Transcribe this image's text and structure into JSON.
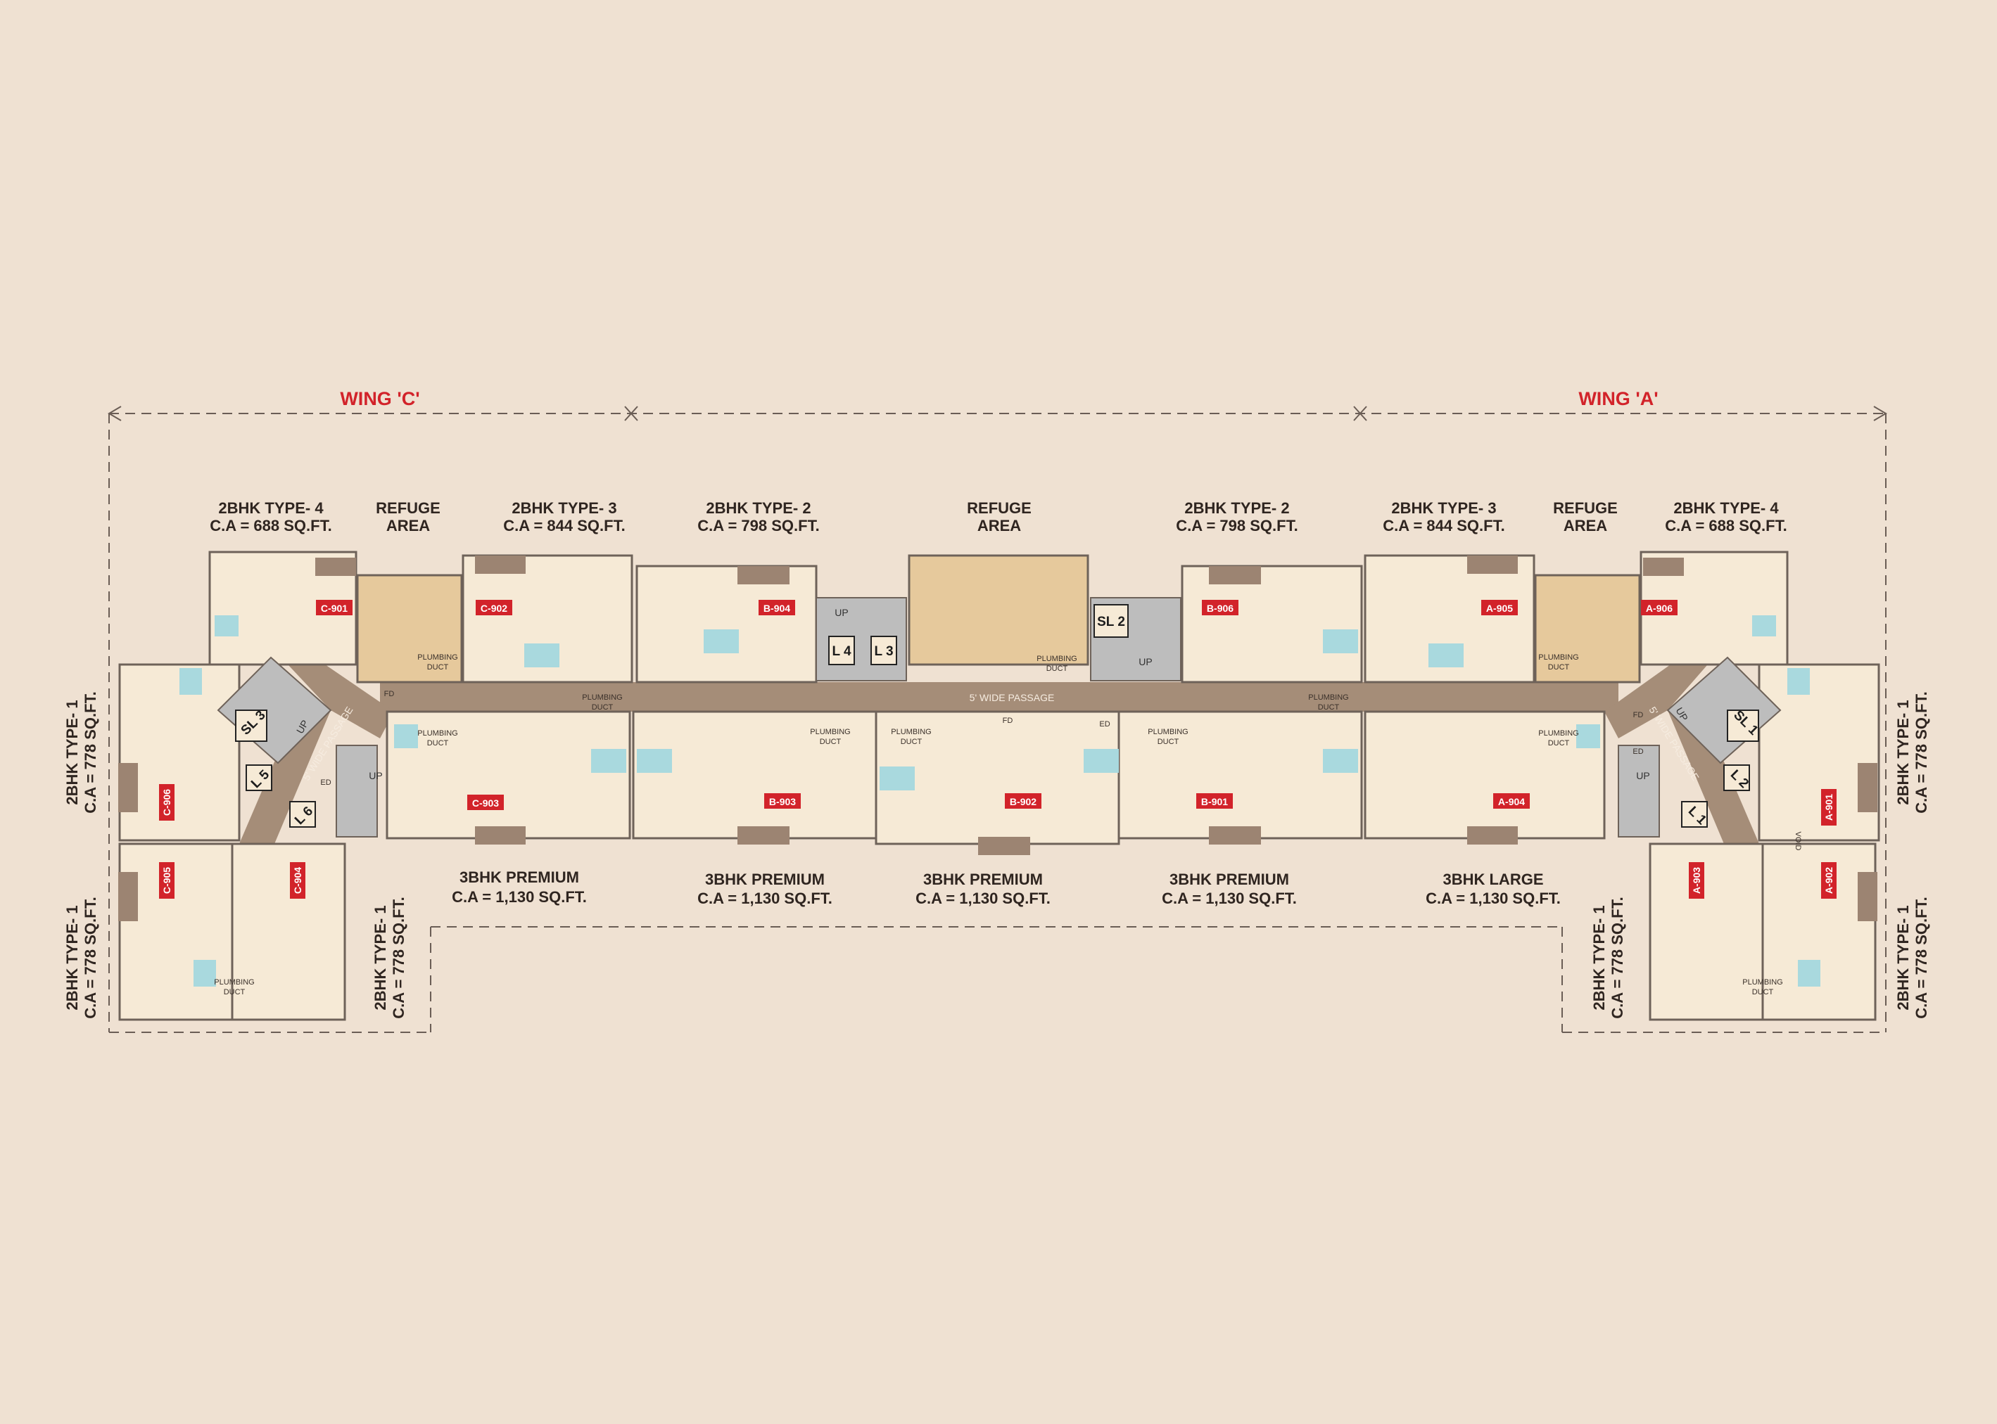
{
  "wings": {
    "c": "WING 'C'",
    "a": "WING 'A'"
  },
  "top_labels": [
    {
      "id": "c-2bhk4",
      "name": "2BHK TYPE- 4",
      "area": "C.A = 688 SQ.FT."
    },
    {
      "id": "c-refuge",
      "name": "REFUGE",
      "area": "AREA"
    },
    {
      "id": "c-2bhk3",
      "name": "2BHK TYPE- 3",
      "area": "C.A = 844 SQ.FT."
    },
    {
      "id": "b-2bhk2-left",
      "name": "2BHK TYPE- 2",
      "area": "C.A = 798 SQ.FT."
    },
    {
      "id": "b-refuge",
      "name": "REFUGE",
      "area": "AREA"
    },
    {
      "id": "b-2bhk2-right",
      "name": "2BHK TYPE- 2",
      "area": "C.A = 798 SQ.FT."
    },
    {
      "id": "a-2bhk3",
      "name": "2BHK TYPE- 3",
      "area": "C.A = 844 SQ.FT."
    },
    {
      "id": "a-refuge",
      "name": "REFUGE",
      "area": "AREA"
    },
    {
      "id": "a-2bhk4",
      "name": "2BHK TYPE- 4",
      "area": "C.A = 688 SQ.FT."
    }
  ],
  "bottom_labels": [
    {
      "id": "c-3bhk",
      "name": "3BHK PREMIUM",
      "area": "C.A = 1,130 SQ.FT."
    },
    {
      "id": "b-3bhk-1",
      "name": "3BHK PREMIUM",
      "area": "C.A = 1,130 SQ.FT."
    },
    {
      "id": "b-3bhk-2",
      "name": "3BHK PREMIUM",
      "area": "C.A = 1,130 SQ.FT."
    },
    {
      "id": "b-3bhk-3",
      "name": "3BHK PREMIUM",
      "area": "C.A = 1,130 SQ.FT."
    },
    {
      "id": "a-3bhk-large",
      "name": "3BHK LARGE",
      "area": "C.A = 1,130 SQ.FT."
    }
  ],
  "side_labels": [
    {
      "id": "c-left-upper",
      "name": "2BHK TYPE- 1",
      "area": "C.A = 778 SQ.FT."
    },
    {
      "id": "c-left-lower",
      "name": "2BHK TYPE- 1",
      "area": "C.A = 778 SQ.FT."
    },
    {
      "id": "c-right-lower",
      "name": "2BHK TYPE- 1",
      "area": "C.A = 778 SQ.FT."
    },
    {
      "id": "a-left-lower",
      "name": "2BHK TYPE- 1",
      "area": "C.A = 778 SQ.FT."
    },
    {
      "id": "a-right-upper",
      "name": "2BHK TYPE- 1",
      "area": "C.A = 778 SQ.FT."
    },
    {
      "id": "a-right-lower",
      "name": "2BHK TYPE- 1",
      "area": "C.A = 778 SQ.FT."
    }
  ],
  "unit_tags": [
    "C-901",
    "C-902",
    "B-904",
    "B-906",
    "A-905",
    "A-906",
    "C-903",
    "B-903",
    "B-902",
    "B-901",
    "A-904",
    "C-906",
    "C-905",
    "C-904",
    "A-901",
    "A-903",
    "A-902"
  ],
  "lifts": [
    "SL 3",
    "L 5",
    "L 6",
    "L 4",
    "L 3",
    "SL 2",
    "SL 1",
    "L 2",
    "L 1"
  ],
  "misc": {
    "passage": "5' WIDE PASSAGE",
    "plumbing_1": "PLUMBING",
    "plumbing_2": "DUCT",
    "up": "UP",
    "fd": "FD",
    "ed": "ED",
    "void": "VOID"
  },
  "colors": {
    "background": "#efe1d2",
    "flat_fill": "#f6ead6",
    "corridor": "#a58d78",
    "refuge": "#e6c99c",
    "bath": "#a9d9de",
    "lift_core": "#bdbdbd",
    "tag": "#d2232a",
    "wall": "#6e6259"
  }
}
